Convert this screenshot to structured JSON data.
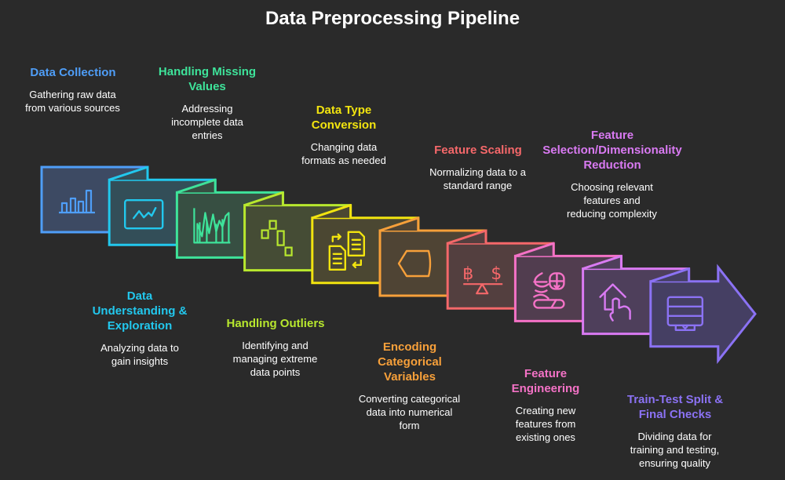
{
  "title": "Data Preprocessing Pipeline",
  "steps": [
    {
      "title": "Data Collection",
      "desc": "Gathering raw data from various sources",
      "color": "#4f9ef8",
      "fill": "#3d4a63",
      "icon": "bar-chart-icon"
    },
    {
      "title": "Data Understanding & Exploration",
      "desc": "Analyzing data to gain insights",
      "color": "#22c8ee",
      "fill": "#334e58",
      "icon": "line-chart-monitor-icon"
    },
    {
      "title": "Handling Missing Values",
      "desc": "Addressing incomplete data entries",
      "color": "#3ee39a",
      "fill": "#374f42",
      "icon": "area-chart-icon"
    },
    {
      "title": "Handling Outliers",
      "desc": "Identifying and managing extreme data points",
      "color": "#b8e82e",
      "fill": "#454c35",
      "icon": "scatter-boxes-icon"
    },
    {
      "title": "Data Type Conversion",
      "desc": "Changing data formats as needed",
      "color": "#f2e40f",
      "fill": "#4b4732",
      "icon": "document-convert-icon"
    },
    {
      "title": "Encoding Categorical Variables",
      "desc": "Converting categorical data into numerical form",
      "color": "#f7a03a",
      "fill": "#4f4434",
      "icon": "shield-shape-icon"
    },
    {
      "title": "Feature Scaling",
      "desc": "Normalizing data to a standard range",
      "color": "#f5686a",
      "fill": "#533f3f",
      "icon": "currency-balance-icon"
    },
    {
      "title": "Feature Engineering",
      "desc": "Creating new features from existing ones",
      "color": "#f472c6",
      "fill": "#513d4f",
      "icon": "feature-tools-icon"
    },
    {
      "title": "Feature Selection/Dimensionality Reduction",
      "desc": "Choosing relevant features and reducing complexity",
      "color": "#d97af2",
      "fill": "#4e3f5b",
      "icon": "house-touch-icon"
    },
    {
      "title": "Train-Test Split & Final Checks",
      "desc": "Dividing data for training and testing, ensuring quality",
      "color": "#8b72f4",
      "fill": "#453f63",
      "icon": "server-stack-icon"
    }
  ]
}
